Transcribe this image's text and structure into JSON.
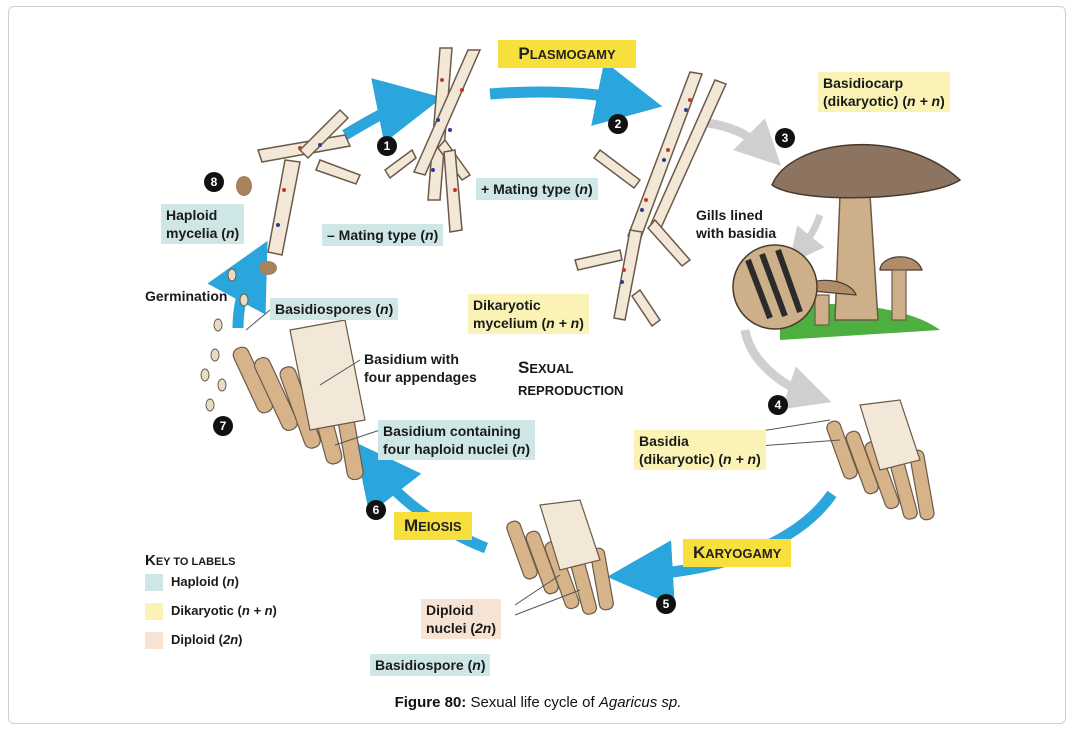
{
  "phases": {
    "plasmogamy": {
      "first": "P",
      "rest": "LASMOGAMY"
    },
    "karyogamy": {
      "first": "K",
      "rest": "ARYOGAMY"
    },
    "meiosis": {
      "first": "M",
      "rest": "EIOSIS"
    }
  },
  "steps": [
    "1",
    "2",
    "3",
    "4",
    "5",
    "6",
    "7",
    "8"
  ],
  "labels": {
    "plus_mating": "+ Mating type (",
    "minus_mating": "– Mating type (",
    "basidiocarp_1": "Basidiocarp",
    "basidiocarp_2": "(dikaryotic) (",
    "gills_1": "Gills lined",
    "gills_2": "with basidia",
    "dikaryotic_myc_1": "Dikaryotic",
    "dikaryotic_myc_2": "mycelium (",
    "haploid_myc_1": "Haploid",
    "haploid_myc_2": "mycelia (",
    "germination": "Germination",
    "basidiospores": "Basidiospores (",
    "basidium_app_1": "Basidium with",
    "basidium_app_2": "four appendages",
    "sexual_1": {
      "first": "S",
      "rest": "EXUAL"
    },
    "sexual_2": "REPRODUCTION",
    "basidia_1": "Basidia",
    "basidia_2": "(dikaryotic) (",
    "basidium_cont_1": "Basidium containing",
    "basidium_cont_2": "four haploid nuclei (",
    "diploid_nuc_1": "Diploid",
    "diploid_nuc_2": "nuclei (",
    "basidiospore": "Basidiospore (",
    "n": "n",
    "nn": "n + n",
    "two_n": "2n",
    "close": ")"
  },
  "key": {
    "title_first": "K",
    "title_rest": "EY TO LABELS",
    "haploid": "Haploid (",
    "dikaryotic": "Dikaryotic (",
    "diploid": "Diploid (",
    "colors": {
      "haploid": "#cfe6e6",
      "dikaryotic": "#fbf3b5",
      "diploid": "#f6e3d4"
    }
  },
  "caption": {
    "bold": "Figure 80:",
    "text": " Sexual life cycle of ",
    "italic": "Agaricus sp."
  },
  "colors": {
    "arrow_blue": "#2aa6dc",
    "arrow_gray": "#cfcfcf",
    "hypha": "#f3e7d8",
    "fungus_tan": "#d7b38a",
    "cap_brown": "#8c7460"
  }
}
